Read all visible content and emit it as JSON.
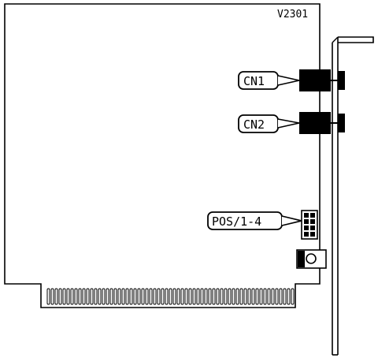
{
  "diagram": {
    "board_id": "V2301",
    "labels": {
      "cn1": "CN1",
      "cn2": "CN2",
      "pos": "POS/1-4"
    },
    "colors": {
      "ink": "#000000",
      "paper": "#ffffff"
    }
  }
}
